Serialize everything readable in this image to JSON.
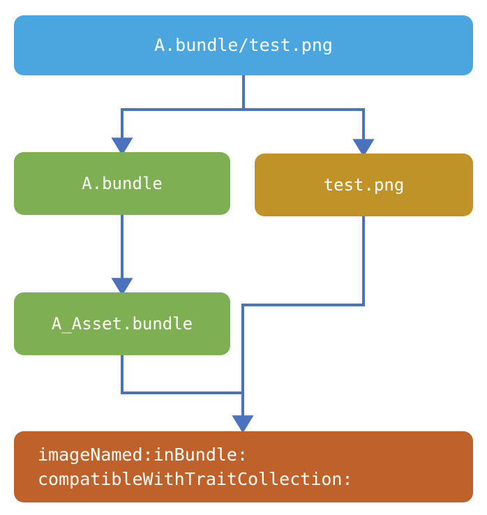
{
  "diagram": {
    "type": "flowchart",
    "orientation": "top-down",
    "connector_color": "#4A72BE",
    "background": "#FFFFFF",
    "nodes": [
      {
        "id": "root",
        "label": "A.bundle/test.png",
        "color": "#4BA6E0",
        "role": "resource-path"
      },
      {
        "id": "bundle",
        "label": "A.bundle",
        "color": "#7EAF52",
        "role": "bundle-component"
      },
      {
        "id": "png",
        "label": "test.png",
        "color": "#C09328",
        "role": "image-name-component"
      },
      {
        "id": "asset",
        "label": "A_Asset.bundle",
        "color": "#7EAF52",
        "role": "resolved-bundle"
      },
      {
        "id": "api",
        "label": "imageNamed:inBundle:\ncompatibleWithTraitCollection:",
        "color": "#BF612A",
        "role": "api-call"
      }
    ],
    "edges": [
      {
        "from": "root",
        "to": "bundle"
      },
      {
        "from": "root",
        "to": "png"
      },
      {
        "from": "bundle",
        "to": "asset"
      },
      {
        "from": "asset",
        "to": "api"
      },
      {
        "from": "png",
        "to": "api"
      }
    ]
  }
}
